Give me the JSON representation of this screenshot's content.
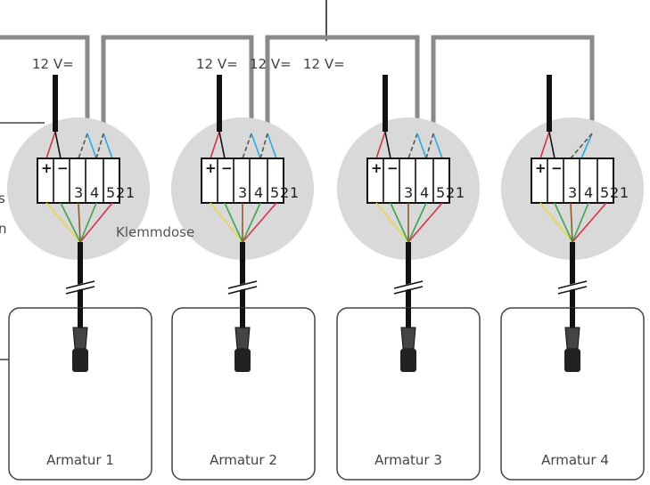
{
  "voltage_labels": [
    "12 V=",
    "12 V=",
    "12 V=",
    "12 V="
  ],
  "terminal_signs": [
    "+",
    "−"
  ],
  "terminal_numbers": [
    "3",
    "4",
    "5",
    "2",
    "1"
  ],
  "junction_box_label": "Klemmdose",
  "fixtures": [
    {
      "label": "Armatur 1"
    },
    {
      "label": "Armatur 2"
    },
    {
      "label": "Armatur 3"
    },
    {
      "label": "Armatur 4"
    }
  ],
  "edge_fragments": [
    "s",
    "n"
  ],
  "colors": {
    "bus_cable": "#8a8a8a",
    "junction_box": "#d9d9d9",
    "red_wire": "#d8334a",
    "blue_wire": "#2aa8e0",
    "yellow_wire": "#e8d84a",
    "green_wire": "#3fa34d",
    "brown_wire": "#8b5a2b",
    "black_cable": "#111111"
  }
}
